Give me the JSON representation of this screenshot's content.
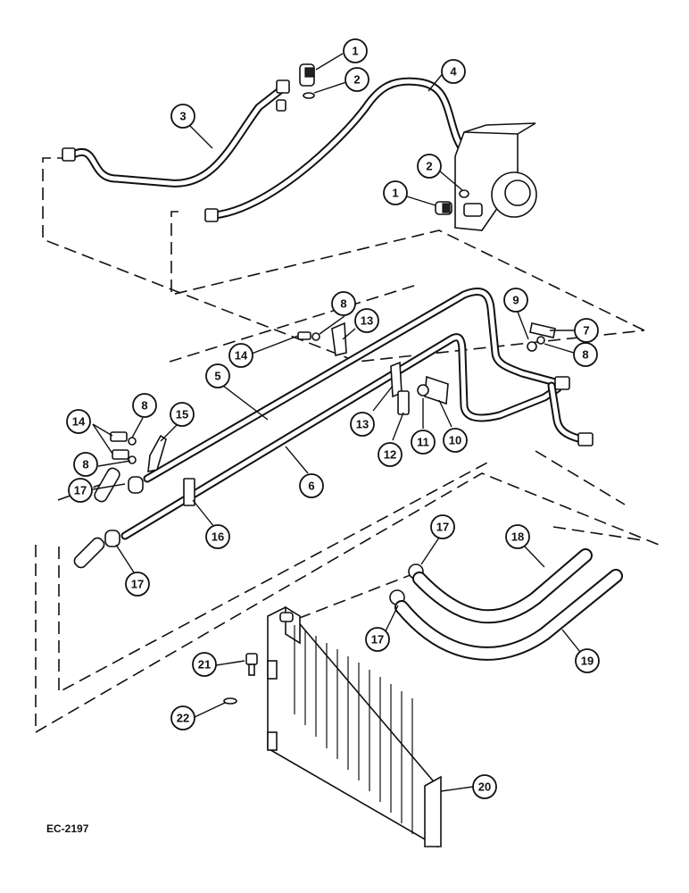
{
  "figure_code": "EC-2197",
  "callouts": [
    {
      "id": "c1a",
      "label": "1"
    },
    {
      "id": "c2a",
      "label": "2"
    },
    {
      "id": "c3",
      "label": "3"
    },
    {
      "id": "c4",
      "label": "4"
    },
    {
      "id": "c2b",
      "label": "2"
    },
    {
      "id": "c1b",
      "label": "1"
    },
    {
      "id": "c9",
      "label": "9"
    },
    {
      "id": "c7",
      "label": "7"
    },
    {
      "id": "c8a",
      "label": "8"
    },
    {
      "id": "c8b",
      "label": "8"
    },
    {
      "id": "c13a",
      "label": "13"
    },
    {
      "id": "c14a",
      "label": "14"
    },
    {
      "id": "c5",
      "label": "5"
    },
    {
      "id": "c13b",
      "label": "13"
    },
    {
      "id": "c10",
      "label": "10"
    },
    {
      "id": "c11",
      "label": "11"
    },
    {
      "id": "c12",
      "label": "12"
    },
    {
      "id": "c14b",
      "label": "14"
    },
    {
      "id": "c8c",
      "label": "8"
    },
    {
      "id": "c15",
      "label": "15"
    },
    {
      "id": "c8d",
      "label": "8"
    },
    {
      "id": "c17a",
      "label": "17"
    },
    {
      "id": "c6",
      "label": "6"
    },
    {
      "id": "c16",
      "label": "16"
    },
    {
      "id": "c17b",
      "label": "17"
    },
    {
      "id": "c17c",
      "label": "17"
    },
    {
      "id": "c18",
      "label": "18"
    },
    {
      "id": "c17d",
      "label": "17"
    },
    {
      "id": "c19",
      "label": "19"
    },
    {
      "id": "c21",
      "label": "21"
    },
    {
      "id": "c22",
      "label": "22"
    },
    {
      "id": "c20",
      "label": "20"
    }
  ]
}
